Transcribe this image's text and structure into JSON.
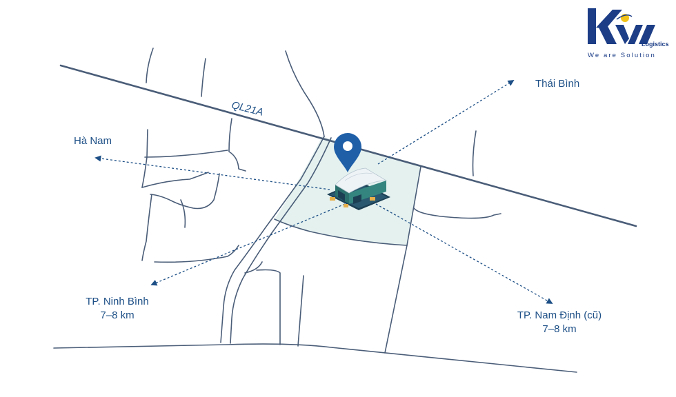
{
  "road": {
    "name": "QL21A"
  },
  "destinations": {
    "thai_binh": {
      "name": "Thái Bình"
    },
    "ha_nam": {
      "name": "Hà Nam"
    },
    "ninh_binh": {
      "name": "TP. Ninh Bình",
      "distance": "7–8 km"
    },
    "nam_dinh": {
      "name": "TP. Nam Định (cũ)",
      "distance": "7–8 km"
    }
  },
  "logo": {
    "subtitle": "Logistics",
    "tagline": "We are Solution"
  },
  "colors": {
    "road": "#4a5d78",
    "site_area": "#e4f1ef",
    "arrow": "#1d4f86",
    "pin": "#1f5fa8",
    "warehouse": "#2b6f6c",
    "logo_blue": "#1d3e87",
    "logo_orb": "#f2c218"
  },
  "icons": {
    "pin": "location-pin-icon",
    "warehouse": "warehouse-icon"
  }
}
